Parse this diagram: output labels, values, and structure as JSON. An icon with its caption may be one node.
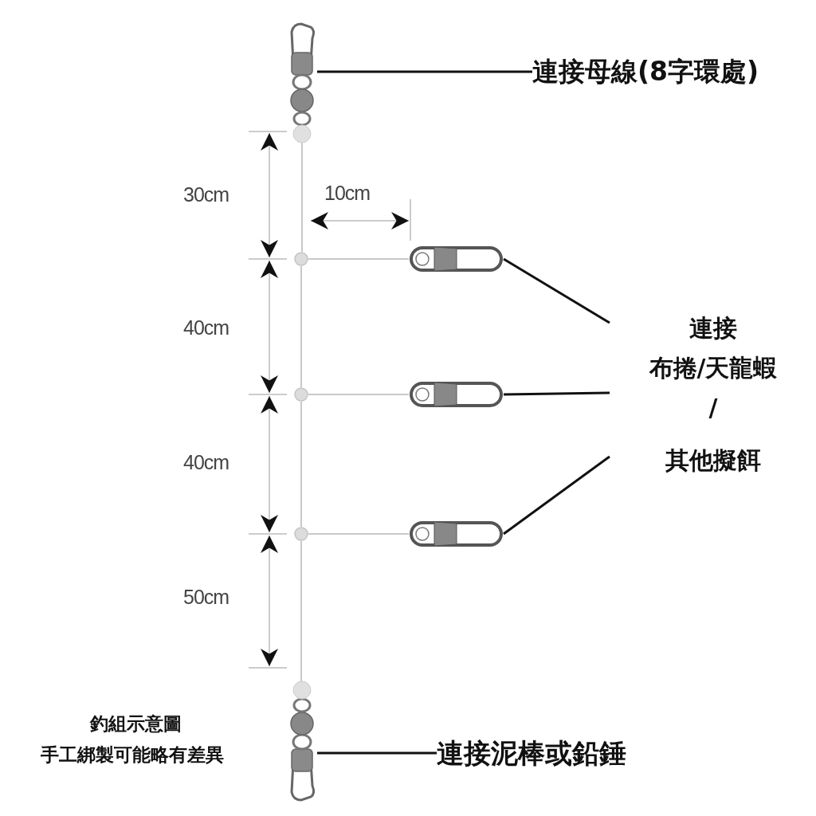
{
  "diagram": {
    "nodes": [
      {
        "text": [
          "連接母線(8字環處)"
        ]
      },
      {
        "text": [],
        "shape": "picture"
      },
      {
        "text": [],
        "shape": "picture"
      },
      {
        "text": [],
        "shape": "picture"
      },
      {
        "text": [],
        "shape": "picture"
      },
      {
        "text": [
          "連接",
          "布捲/天龍蝦",
          "/",
          "其他擬餌"
        ]
      },
      {
        "text": [],
        "shape": "picture"
      },
      {
        "text": [
          "連接泥棒或鉛錘"
        ]
      },
      {
        "text": [],
        "shape": "circle"
      },
      {
        "text": [],
        "shape": "circle"
      },
      {
        "text": [],
        "shape": "circle"
      }
    ],
    "edges": [
      {
        "from": 0,
        "to": 1,
        "arrow": "none",
        "color": "#111111"
      },
      {
        "from": 5,
        "to": 2,
        "arrow": "none",
        "color": "#111111"
      },
      {
        "from": 5,
        "to": 3,
        "arrow": "none",
        "color": "#111111"
      },
      {
        "from": 5,
        "to": 4,
        "arrow": "none",
        "color": "#111111"
      },
      {
        "from": 7,
        "to": 6,
        "arrow": "none",
        "color": "#111111"
      },
      {
        "from": 1,
        "to": 8,
        "arrow": "none"
      },
      {
        "from": 8,
        "to": 9,
        "arrow": "none"
      },
      {
        "from": 9,
        "to": 10,
        "arrow": "none"
      },
      {
        "from": 10,
        "to": 6,
        "arrow": "none"
      },
      {
        "from": 8,
        "to": 2,
        "arrow": "none"
      },
      {
        "from": 9,
        "to": 3,
        "arrow": "none"
      },
      {
        "from": 10,
        "to": 4,
        "arrow": "none"
      }
    ],
    "labels": [
      "30cm",
      "10cm",
      "40cm",
      "40cm",
      "50cm",
      "釣組示意圖",
      "手工綁製可能略有差異"
    ]
  }
}
